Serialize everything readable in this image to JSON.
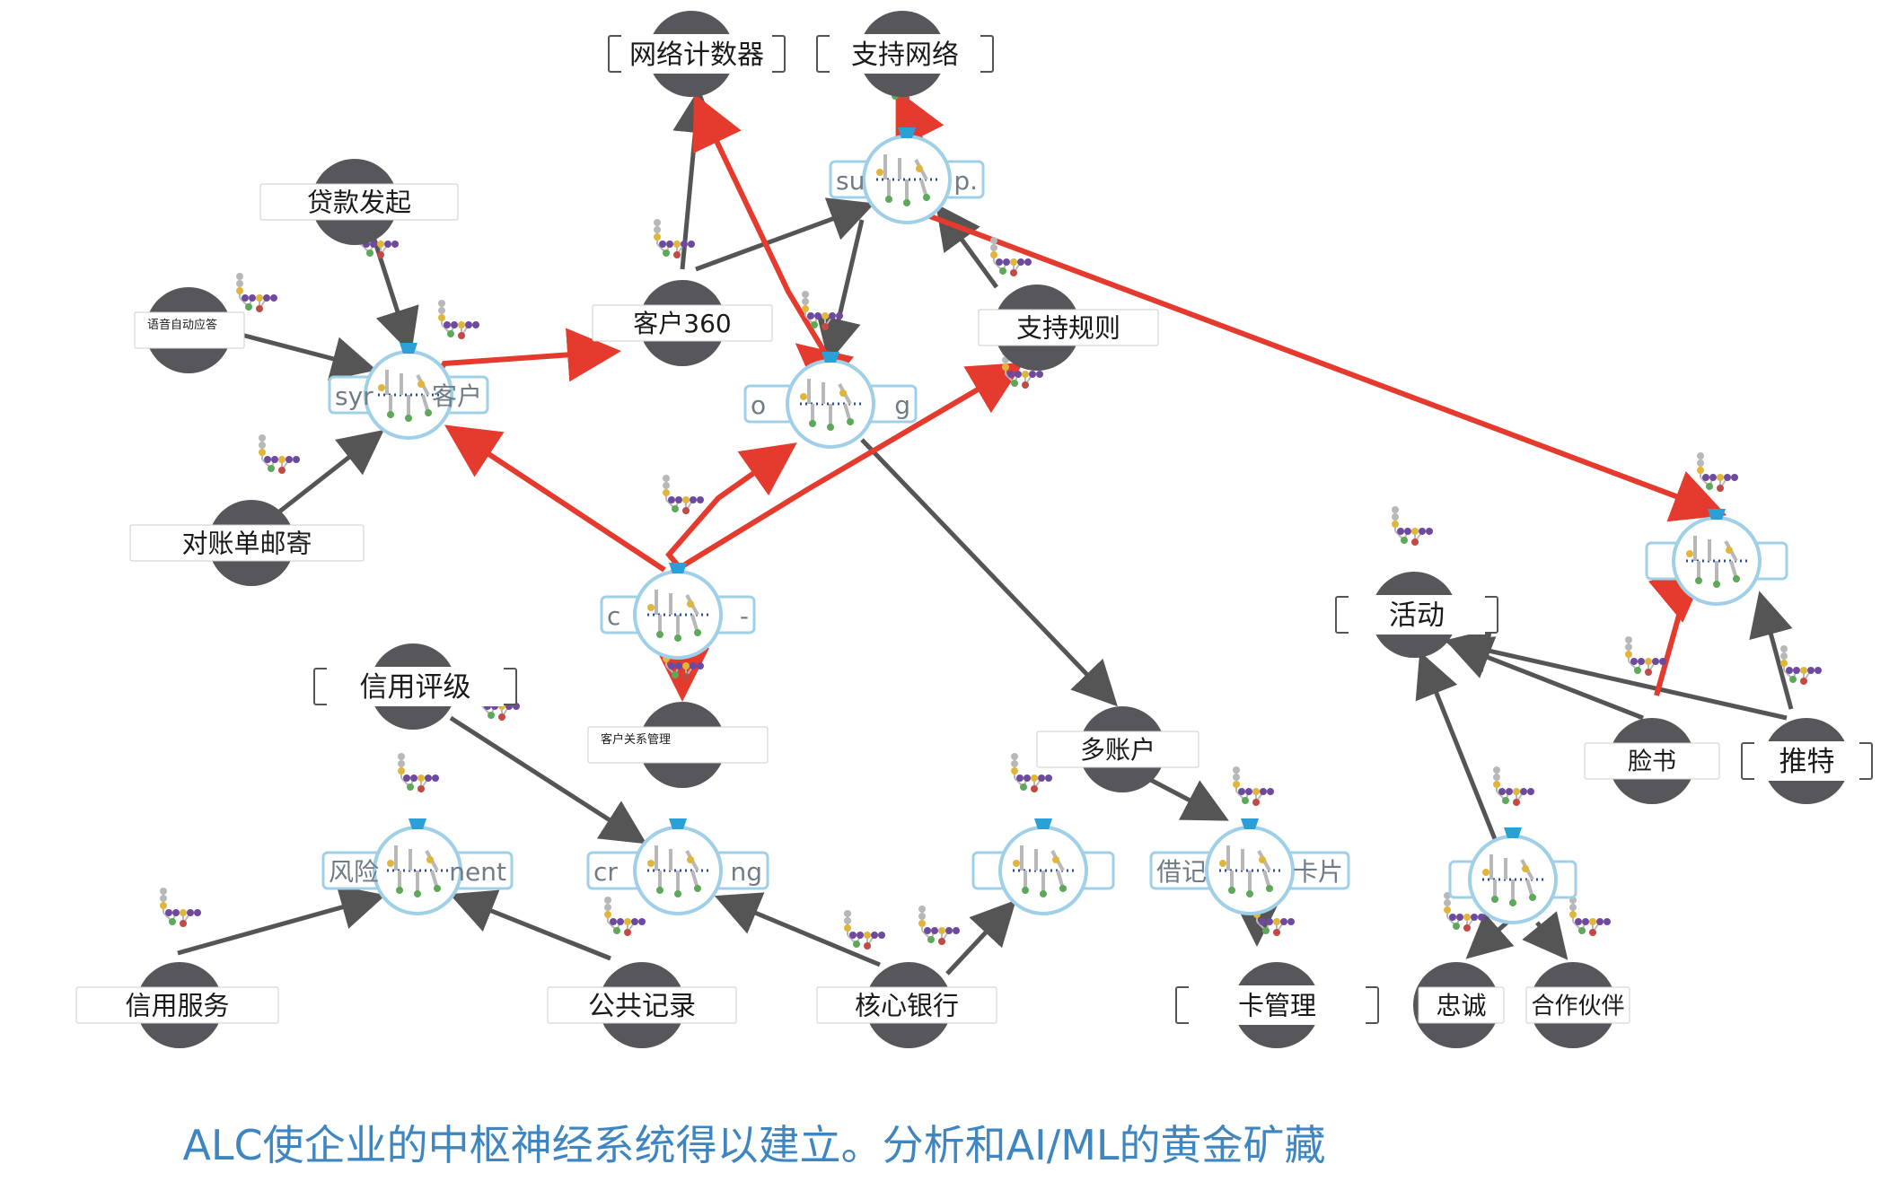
{
  "colors": {
    "node": "#56565b",
    "edge": "#555555",
    "highlight": "#e53a2e",
    "hub_ring": "#9fd0e8",
    "hub_accent": "#2a9fd8",
    "caption": "#3f86c0",
    "tree_purple": "#6e4a9e",
    "tree_yellow": "#e0b63a",
    "tree_green": "#5ea85a",
    "tree_red": "#c24a44",
    "tree_grey": "#b8b8b8"
  },
  "caption": "ALC使企业的中枢神经系统得以建立。分析和AI/ML的黄金矿藏",
  "nodes": {
    "network_counter": "网络计数器",
    "support_network": "支持网络",
    "loan_origination": "贷款发起",
    "ivr": "语音自动应答",
    "customer360": "客户360",
    "support_rules": "支持规则",
    "statement_mailing": "对账单邮寄",
    "credit_rating": "信用评级",
    "crm": "客户关系管理",
    "multi_account": "多账户",
    "campaign": "活动",
    "facebook": "脸书",
    "twitter": "推特",
    "credit_services": "信用服务",
    "public_records": "公共记录",
    "core_banking": "核心银行",
    "card_management": "卡管理",
    "loyalty": "忠诚",
    "partners": "合作伙伴"
  },
  "hubs": {
    "support_hub": {
      "left": "su",
      "right": "p."
    },
    "customer_hub": {
      "left": "syr",
      "right": "客户"
    },
    "ops_hub": {
      "left": "o",
      "right": "g"
    },
    "central_hub": {
      "left": "c",
      "right": "-"
    },
    "risk_hub": {
      "left": "风险",
      "right": "nent"
    },
    "credit_hub": {
      "left": "cr",
      "right": "ng"
    },
    "account_hub": {
      "left": "",
      "right": ""
    },
    "card_hub": {
      "left": "借记",
      "right": "卡片"
    },
    "loyalty_hub": {
      "left": "",
      "right": ""
    },
    "social_hub": {
      "left": "",
      "right": ""
    }
  }
}
